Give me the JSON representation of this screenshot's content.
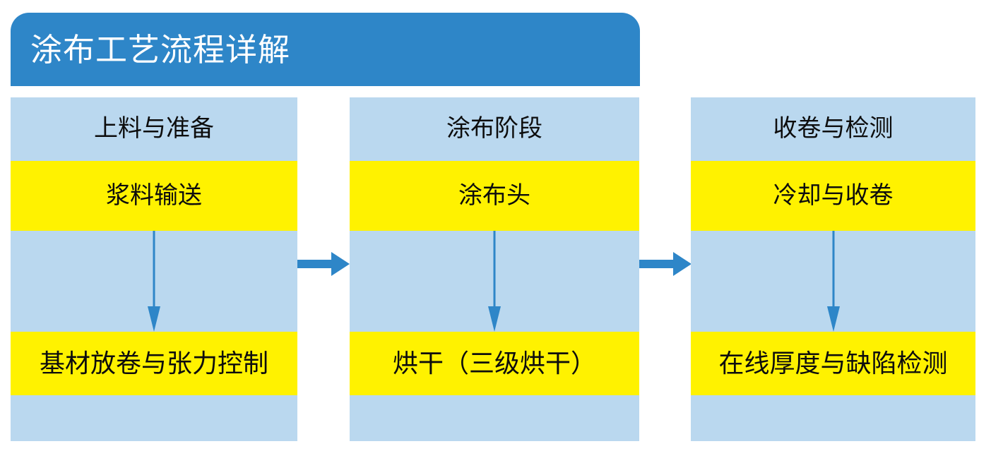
{
  "header": {
    "title": "涂布工艺流程详解",
    "background_color": "#2E86C8",
    "text_color": "#FFFFFF"
  },
  "theme": {
    "stage_background": "#BAD8EF",
    "highlight_band": "#FFF200",
    "arrow_color": "#2E86C8",
    "label_color": "#0D0D0D",
    "page_background": "#FFFFFF"
  },
  "flow": {
    "type": "process-flow",
    "direction": "left-to-right",
    "stages": [
      {
        "id": "stage-1",
        "header": "上料与准备",
        "step_1": "浆料输送",
        "step_2": "基材放卷与张力控制",
        "inner_arrow": "down-arrow",
        "next_arrow": "right-arrow"
      },
      {
        "id": "stage-2",
        "header": "涂布阶段",
        "step_1": "涂布头",
        "step_2": "烘干（三级烘干）",
        "inner_arrow": "down-arrow",
        "next_arrow": "right-arrow"
      },
      {
        "id": "stage-3",
        "header": "收卷与检测",
        "step_1": "冷却与收卷",
        "step_2": "在线厚度与缺陷检测",
        "inner_arrow": "down-arrow",
        "next_arrow": null
      }
    ]
  }
}
